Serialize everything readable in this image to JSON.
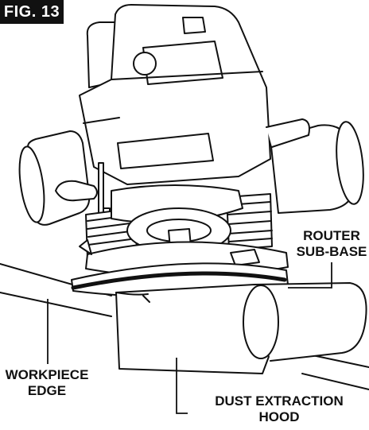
{
  "figure": {
    "label": "FIG. 13"
  },
  "callouts": {
    "router_sub_base": [
      "ROUTER",
      "SUB-BASE"
    ],
    "workpiece_edge": [
      "WORKPIECE",
      "EDGE"
    ],
    "dust_extraction_hood": [
      "DUST EXTRACTION",
      "HOOD"
    ]
  },
  "colors": {
    "ink": "#111111",
    "paper": "#ffffff"
  }
}
